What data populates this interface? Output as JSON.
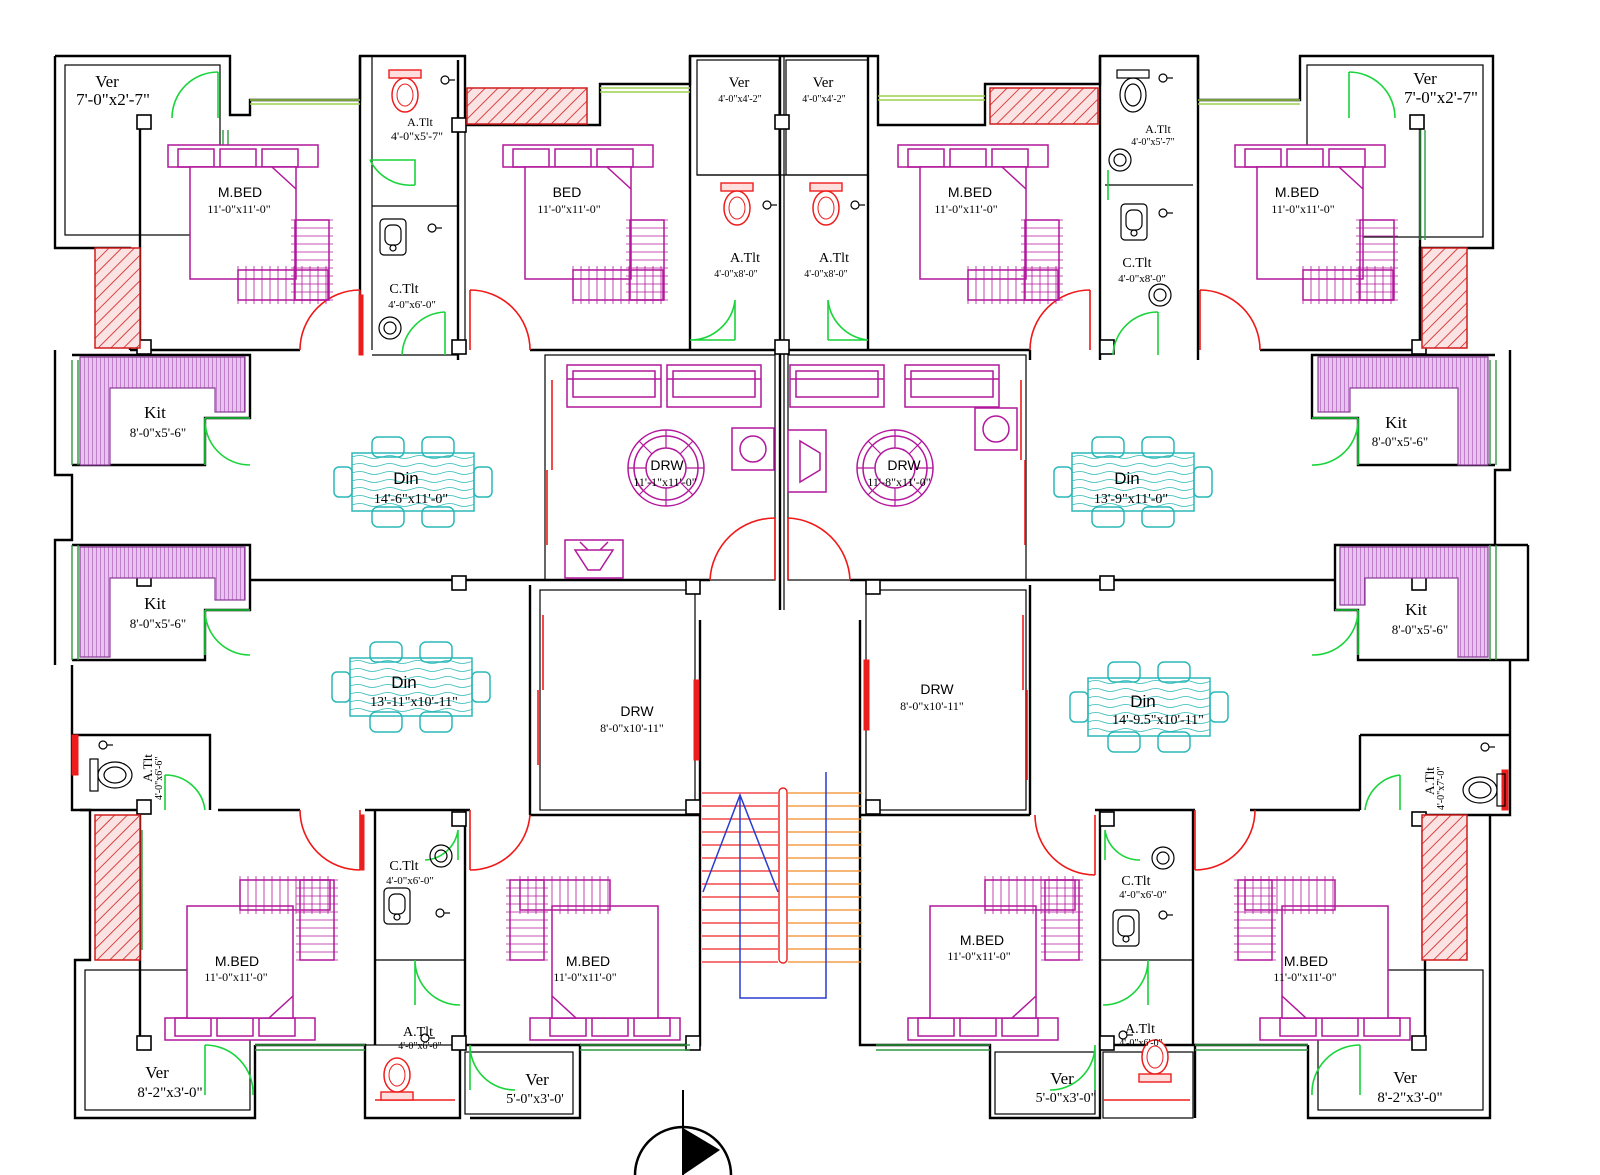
{
  "rooms": [
    {
      "id": "ver_tl",
      "name": "Ver",
      "dim": "7'-0\"x2'-7\""
    },
    {
      "id": "atlt_t1",
      "name": "A.Tlt",
      "dim": "4'-0\"x5'-7\""
    },
    {
      "id": "mbed_t1",
      "name": "M.BED",
      "dim": "11'-0\"x11'-0\""
    },
    {
      "id": "ctlt_t1",
      "name": "C.Tlt",
      "dim": "4'-0\"x6'-0\""
    },
    {
      "id": "bed_t1",
      "name": "BED",
      "dim": "11'-0\"x11'-0\""
    },
    {
      "id": "ver_tc1",
      "name": "Ver",
      "dim": "4'-0\"x4'-2\""
    },
    {
      "id": "ver_tc2",
      "name": "Ver",
      "dim": "4'-0\"x4'-2\""
    },
    {
      "id": "atlt_tc1",
      "name": "A.Tlt",
      "dim": "4'-0\"x8'-0\""
    },
    {
      "id": "atlt_tc2",
      "name": "A.Tlt",
      "dim": "4'-0\"x8'-0\""
    },
    {
      "id": "mbed_t2",
      "name": "M.BED",
      "dim": "11'-0\"x11'-0\""
    },
    {
      "id": "atlt_t2",
      "name": "A.Tlt",
      "dim": "4'-0\"x5'-7\""
    },
    {
      "id": "ctlt_t2",
      "name": "C.Tlt",
      "dim": "4'-0\"x8'-0\""
    },
    {
      "id": "mbed_t3",
      "name": "M.BED",
      "dim": "11'-0\"x11'-0\""
    },
    {
      "id": "ver_tr",
      "name": "Ver",
      "dim": "7'-0\"x2'-7\""
    },
    {
      "id": "kit_1",
      "name": "Kit",
      "dim": "8'-0\"x5'-6\""
    },
    {
      "id": "din_1",
      "name": "Din",
      "dim": "14'-6\"x11'-0\""
    },
    {
      "id": "drw_1",
      "name": "DRW",
      "dim": "11'-1\"x11'-0\""
    },
    {
      "id": "drw_2",
      "name": "DRW",
      "dim": "11'-8\"x11'-0\""
    },
    {
      "id": "din_2",
      "name": "Din",
      "dim": "13'-9\"x11'-0\""
    },
    {
      "id": "kit_2",
      "name": "Kit",
      "dim": "8'-0\"x5'-6\""
    },
    {
      "id": "kit_3",
      "name": "Kit",
      "dim": "8'-0\"x5'-6\""
    },
    {
      "id": "din_3",
      "name": "Din",
      "dim": "13'-11\"x10'-11\""
    },
    {
      "id": "drw_3",
      "name": "DRW",
      "dim": "8'-0\"x10'-11\""
    },
    {
      "id": "drw_4",
      "name": "DRW",
      "dim": "8'-0\"x10'-11\""
    },
    {
      "id": "din_4",
      "name": "Din",
      "dim": "14'-9.5\"x10'-11\""
    },
    {
      "id": "kit_4",
      "name": "Kit",
      "dim": "8'-0\"x5'-6\""
    },
    {
      "id": "atlt_bl",
      "name": "A.Tlt",
      "dim": "4'-0\"x6'-6\""
    },
    {
      "id": "atlt_br",
      "name": "A.Tlt",
      "dim": "4'-0\"x7'-0\""
    },
    {
      "id": "ctlt_b1",
      "name": "C.Tlt",
      "dim": "4'-0\"x6'-0\""
    },
    {
      "id": "ctlt_b2",
      "name": "C.Tlt",
      "dim": "4'-0\"x6'-0\""
    },
    {
      "id": "mbed_b1",
      "name": "M.BED",
      "dim": "11'-0\"x11'-0\""
    },
    {
      "id": "mbed_b2",
      "name": "M.BED",
      "dim": "11'-0\"x11'-0\""
    },
    {
      "id": "mbed_b3",
      "name": "M.BED",
      "dim": "11'-0\"x11'-0\""
    },
    {
      "id": "mbed_b4",
      "name": "M.BED",
      "dim": "11'-0\"x11'-0\""
    },
    {
      "id": "atlt_b1",
      "name": "A.Tlt",
      "dim": "4'-0\"x6'-0\""
    },
    {
      "id": "atlt_b2",
      "name": "A.Tlt",
      "dim": "4'-0\"x6'-0\""
    },
    {
      "id": "ver_bl",
      "name": "Ver",
      "dim": "8'-2\"x3'-0\""
    },
    {
      "id": "ver_b1",
      "name": "Ver",
      "dim": "5'-0\"x3'-0'"
    },
    {
      "id": "ver_b2",
      "name": "Ver",
      "dim": "5'-0\"x3'-0\""
    },
    {
      "id": "ver_br",
      "name": "Ver",
      "dim": "8'-2\"x3'-0\""
    }
  ],
  "colors": {
    "walls": "#000000",
    "door_swing_green": "#19d43a",
    "door_swing_red": "#f01818",
    "furniture": "#b2179c",
    "dining": "#2bb8b8",
    "kitchen_counter": "#d9a7e2",
    "hatch": "#d21c1c",
    "stair_arrow": "#2a3ccf"
  },
  "icons": [
    "north-arrow-icon",
    "toilet-icon",
    "basin-icon",
    "bed-icon",
    "sofa-icon",
    "dining-table-icon",
    "tv-icon",
    "stair-icon"
  ]
}
